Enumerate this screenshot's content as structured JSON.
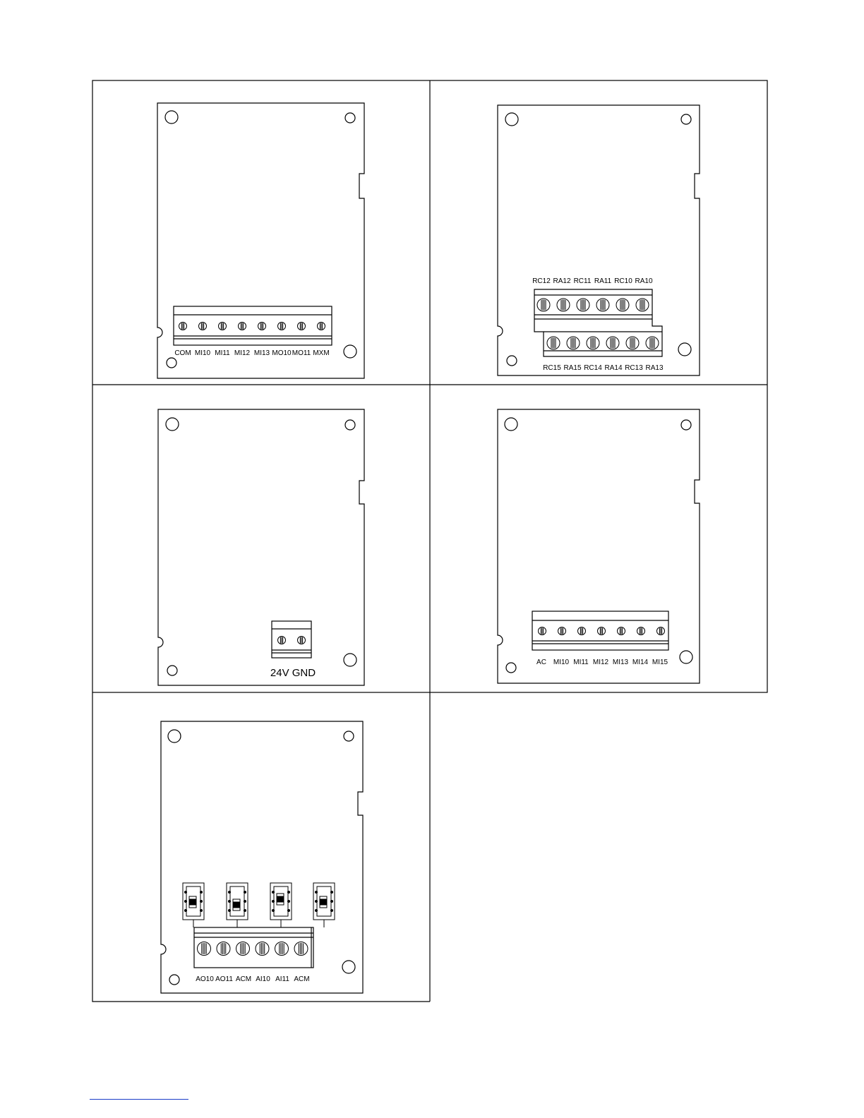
{
  "boards": [
    {
      "id": "board-1",
      "terminal_labels": [
        "COM",
        "MI10",
        "MI11",
        "MI12",
        "MI13",
        "MO10",
        "MO11",
        "MXM"
      ]
    },
    {
      "id": "board-2",
      "top_row_labels": [
        "RC12",
        "RA12",
        "RC11",
        "RA11",
        "RC10",
        "RA10"
      ],
      "bottom_row_labels": [
        "RC15",
        "RA15",
        "RC14",
        "RA14",
        "RC13",
        "RA13"
      ]
    },
    {
      "id": "board-3",
      "terminal_labels": [
        "24V GND"
      ]
    },
    {
      "id": "board-4",
      "terminal_labels": [
        "AC",
        "MI10",
        "MI11",
        "MI12",
        "MI13",
        "MI14",
        "MI15"
      ]
    },
    {
      "id": "board-5",
      "switch_count": 4,
      "terminal_labels": [
        "AO10",
        "AO11",
        "ACM",
        "AI10",
        "AI11",
        "ACM"
      ]
    }
  ],
  "colors": {
    "line": "#000000",
    "background": "#ffffff",
    "footer_rule": "#1a3cc8"
  }
}
